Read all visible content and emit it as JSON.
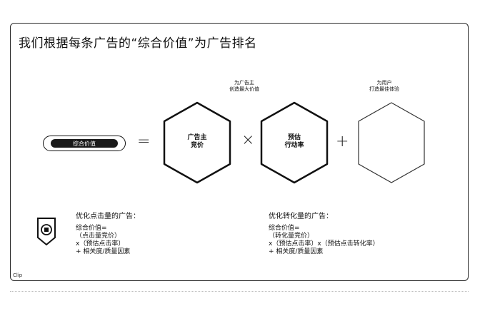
{
  "title": "我们根据每条广告的“综合价值”为广告排名",
  "notes": {
    "advertiser": [
      "为广告主",
      "创造最大价值"
    ],
    "user": [
      "为用户",
      "打造最佳体验"
    ]
  },
  "pill_label": "综合价值",
  "operators": {
    "equals": "=",
    "times": "×",
    "plus": "+"
  },
  "hexagons": {
    "bid": [
      "广告主",
      "竞价"
    ],
    "rate": [
      "预估",
      "行动率"
    ],
    "quality": []
  },
  "sections": {
    "click": {
      "heading": "优化点击量的广告：",
      "lines": [
        "综合价值=",
        "（点击量竞价）",
        "x（预估点击率）",
        "+ 相关度/质量因素"
      ]
    },
    "conversion": {
      "heading": "优化转化量的广告：",
      "lines": [
        "综合价值=",
        "（转化量竞价）",
        "x（预估点击率）x（预估点击转化率）",
        "+ 相关度/质量因素"
      ]
    }
  },
  "footer": "Clip"
}
